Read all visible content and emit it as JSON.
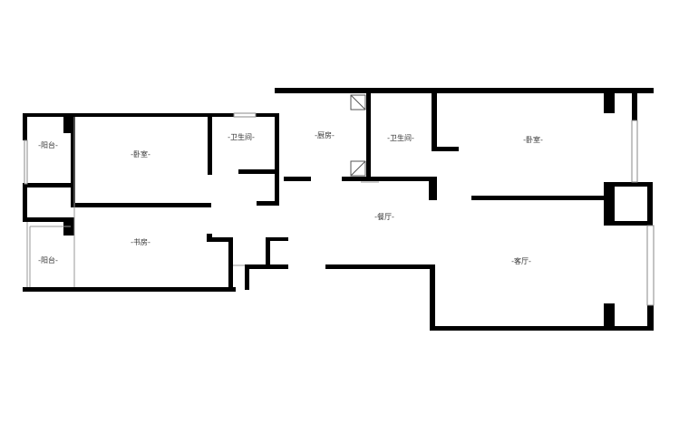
{
  "rooms": {
    "balcony_top": "-阳台-",
    "bedroom_left": "-卧室-",
    "bathroom_left": "-卫生间-",
    "kitchen": "-厨房-",
    "bathroom_right": "-卫生间-",
    "bedroom_right": "-卧室-",
    "balcony_bottom": "-阳台-",
    "study": "-书房-",
    "dining": "-餐厅-",
    "living": "-客厅-"
  },
  "colors": {
    "wall": "#000000",
    "background": "#ffffff",
    "label": "#333333"
  }
}
